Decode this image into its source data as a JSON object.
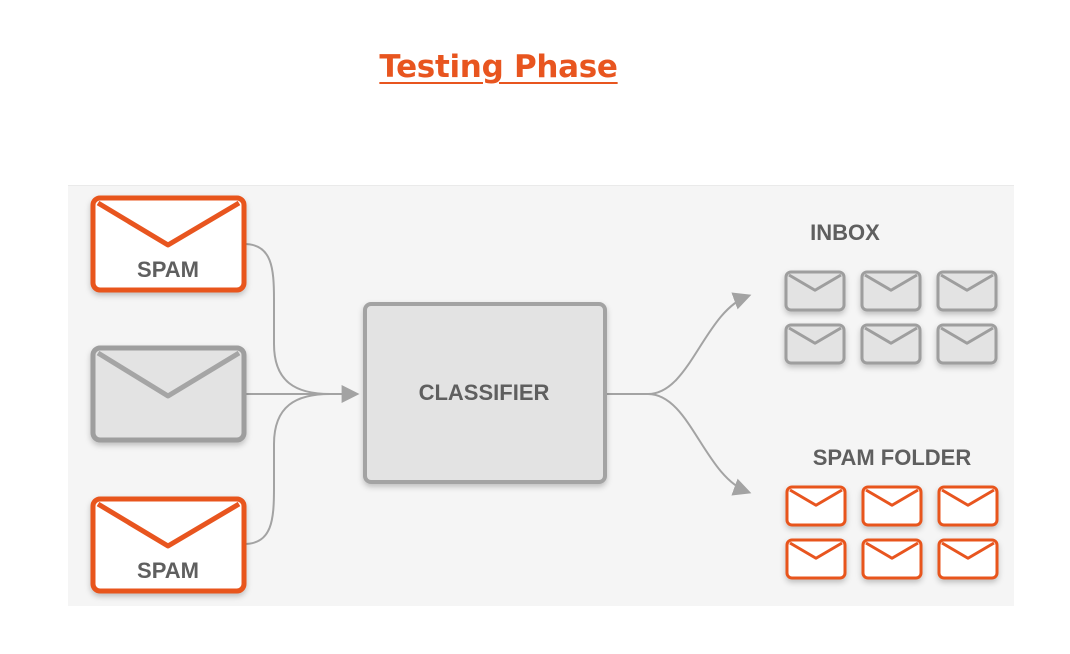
{
  "title": "Testing Phase",
  "inputs": [
    {
      "label": "SPAM",
      "kind": "spam"
    },
    {
      "label": "",
      "kind": "unknown"
    },
    {
      "label": "SPAM",
      "kind": "spam"
    }
  ],
  "classifier": {
    "label": "CLASSIFIER"
  },
  "outputs": {
    "inbox": {
      "label": "INBOX",
      "count": 6
    },
    "spam_folder": {
      "label": "SPAM FOLDER",
      "count": 6
    }
  },
  "colors": {
    "accent": "#e8551f",
    "gray_stroke": "#9e9e9e",
    "gray_fill": "#e3e3e3",
    "arrow": "#a3a3a3",
    "text": "#5f5f5f"
  }
}
